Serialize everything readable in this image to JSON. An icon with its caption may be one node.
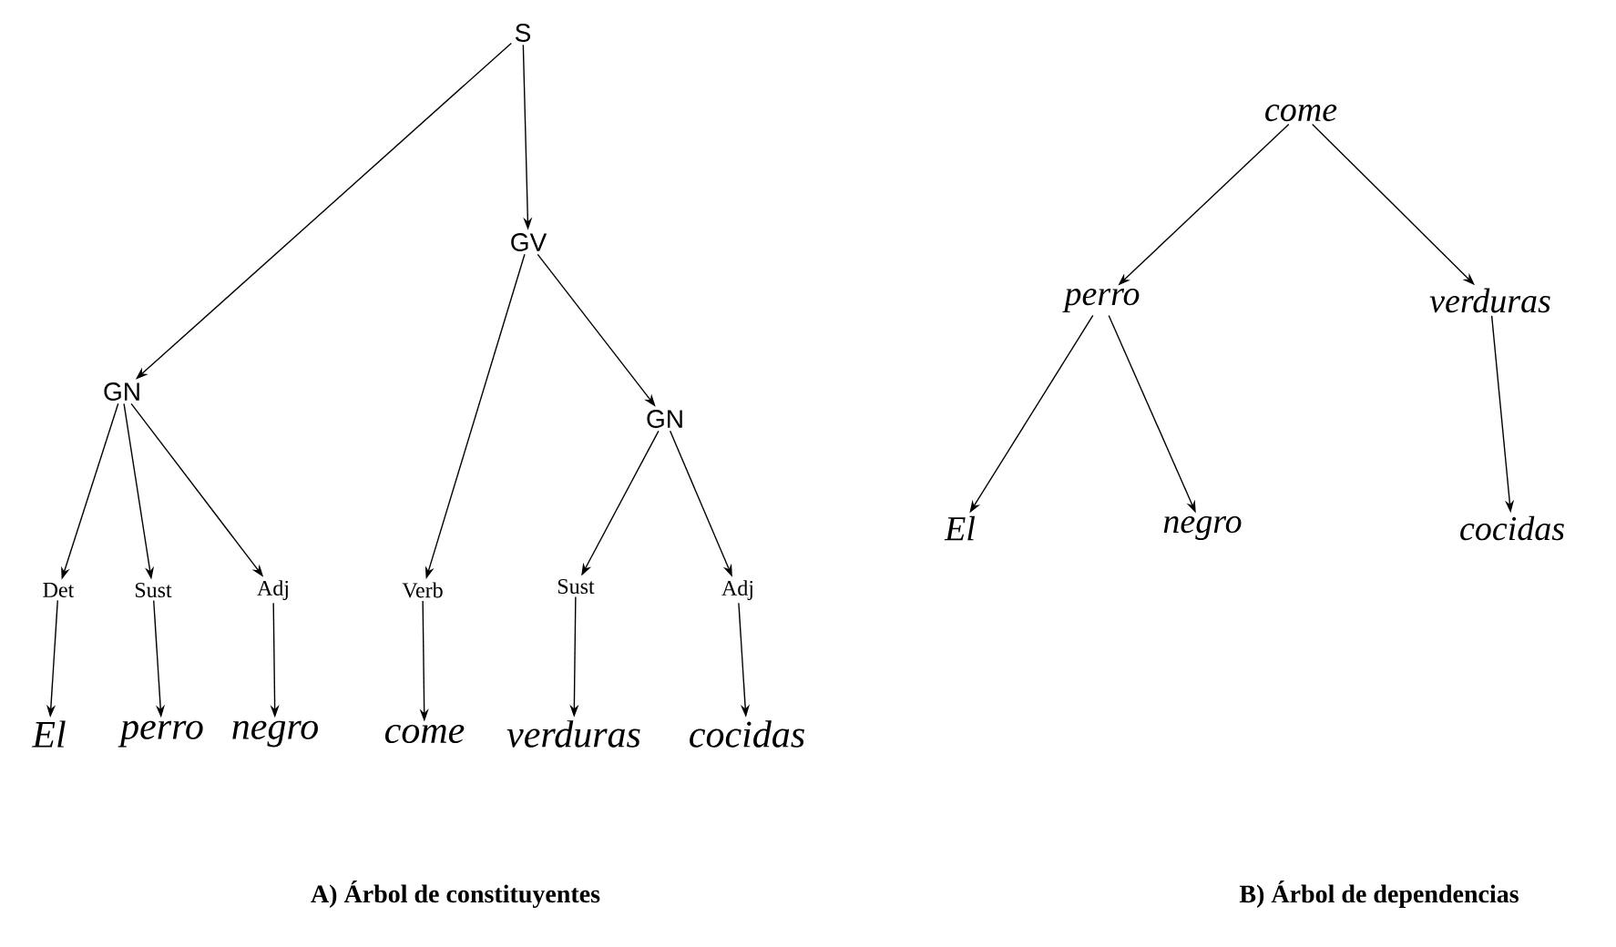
{
  "diagram": {
    "nodes": [
      {
        "text": [
          "S"
        ]
      },
      {
        "text": [
          "GV"
        ]
      },
      {
        "text": [
          "GN"
        ]
      },
      {
        "text": [
          "GN"
        ]
      },
      {
        "text": [
          "Det"
        ]
      },
      {
        "text": [
          "Sust"
        ]
      },
      {
        "text": [
          "Adj"
        ]
      },
      {
        "text": [
          "Verb"
        ]
      },
      {
        "text": [
          "Sust"
        ]
      },
      {
        "text": [
          "Adj"
        ]
      },
      {
        "text": [
          "El"
        ]
      },
      {
        "text": [
          "perro"
        ]
      },
      {
        "text": [
          "negro"
        ]
      },
      {
        "text": [
          "come"
        ]
      },
      {
        "text": [
          "verduras"
        ]
      },
      {
        "text": [
          "cocidas"
        ]
      },
      {
        "text": [
          "come"
        ]
      },
      {
        "text": [
          "perro"
        ]
      },
      {
        "text": [
          "verduras"
        ]
      },
      {
        "text": [
          "El"
        ]
      },
      {
        "text": [
          "negro"
        ]
      },
      {
        "text": [
          "cocidas"
        ]
      }
    ],
    "edges": [
      {
        "from": 0,
        "to": 2,
        "arrow": "to"
      },
      {
        "from": 0,
        "to": 1,
        "arrow": "to"
      },
      {
        "from": 1,
        "to": 7,
        "arrow": "to"
      },
      {
        "from": 1,
        "to": 3,
        "arrow": "to"
      },
      {
        "from": 2,
        "to": 4,
        "arrow": "to"
      },
      {
        "from": 2,
        "to": 5,
        "arrow": "to"
      },
      {
        "from": 2,
        "to": 6,
        "arrow": "to"
      },
      {
        "from": 3,
        "to": 8,
        "arrow": "to"
      },
      {
        "from": 3,
        "to": 9,
        "arrow": "to"
      },
      {
        "from": 4,
        "to": 10,
        "arrow": "to"
      },
      {
        "from": 5,
        "to": 11,
        "arrow": "to"
      },
      {
        "from": 6,
        "to": 12,
        "arrow": "to"
      },
      {
        "from": 7,
        "to": 13,
        "arrow": "to"
      },
      {
        "from": 8,
        "to": 14,
        "arrow": "to"
      },
      {
        "from": 9,
        "to": 15,
        "arrow": "to"
      },
      {
        "from": 16,
        "to": 17,
        "arrow": "to"
      },
      {
        "from": 16,
        "to": 18,
        "arrow": "to"
      },
      {
        "from": 17,
        "to": 19,
        "arrow": "to"
      },
      {
        "from": 17,
        "to": 20,
        "arrow": "to"
      },
      {
        "from": 18,
        "to": 21,
        "arrow": "to"
      }
    ],
    "labels": [
      "A) Árbol de constituyentes",
      "B) Árbol de dependencias"
    ]
  }
}
